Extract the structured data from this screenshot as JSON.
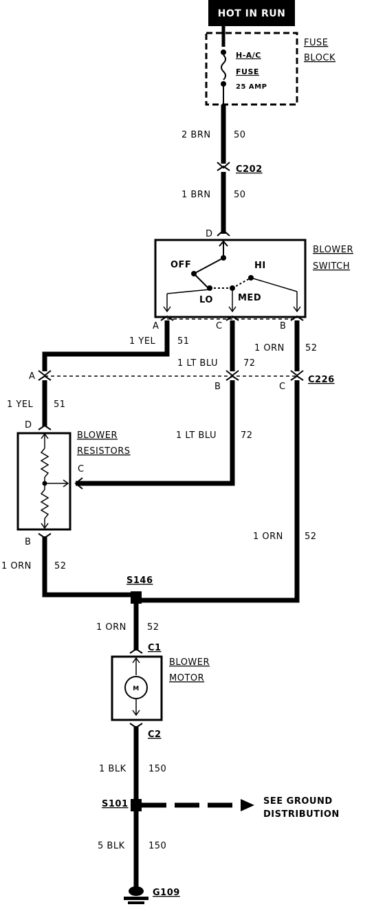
{
  "power_source": "HOT IN RUN",
  "fuse_block": {
    "title_line1": "FUSE",
    "title_line2": "BLOCK",
    "fuse_name": "H-A/C",
    "fuse_label": "FUSE",
    "rating": "25 AMP"
  },
  "blower_switch": {
    "title_line1": "BLOWER",
    "title_line2": "SWITCH",
    "positions": {
      "off": "OFF",
      "lo": "LO",
      "med": "MED",
      "hi": "HI"
    }
  },
  "blower_resistors": {
    "title_line1": "BLOWER",
    "title_line2": "RESISTORS"
  },
  "blower_motor": {
    "title_line1": "BLOWER",
    "title_line2": "MOTOR",
    "symbol": "M"
  },
  "connectors": {
    "c202": "C202",
    "c226": "C226",
    "c1": "C1",
    "c2": "C2"
  },
  "splices": {
    "s146": "S146",
    "s101": "S101"
  },
  "ground": "G109",
  "ground_note_line1": "SEE GROUND",
  "ground_note_line2": "DISTRIBUTION",
  "terminals": {
    "switch_d": "D",
    "switch_a": "A",
    "switch_c": "C",
    "switch_b": "B",
    "c226_a": "A",
    "c226_b": "B",
    "c226_c": "C",
    "res_d": "D",
    "res_c": "C",
    "res_b": "B"
  },
  "wires": {
    "w1_size": "2 BRN",
    "w1_circuit": "50",
    "w2_size": "1 BRN",
    "w2_circuit": "50",
    "w3_size": "1 YEL",
    "w3_circuit": "51",
    "w4_size": "1 LT BLU",
    "w4_circuit": "72",
    "w5_size": "1 ORN",
    "w5_circuit": "52",
    "w6_size": "1 YEL",
    "w6_circuit": "51",
    "w7_size": "1 LT BLU",
    "w7_circuit": "72",
    "w8_size": "1 ORN",
    "w8_circuit": "52",
    "w9_size": "1 ORN",
    "w9_circuit": "52",
    "w10_size": "1 ORN",
    "w10_circuit": "52",
    "w11_size": "1 BLK",
    "w11_circuit": "150",
    "w12_size": "5 BLK",
    "w12_circuit": "150"
  }
}
